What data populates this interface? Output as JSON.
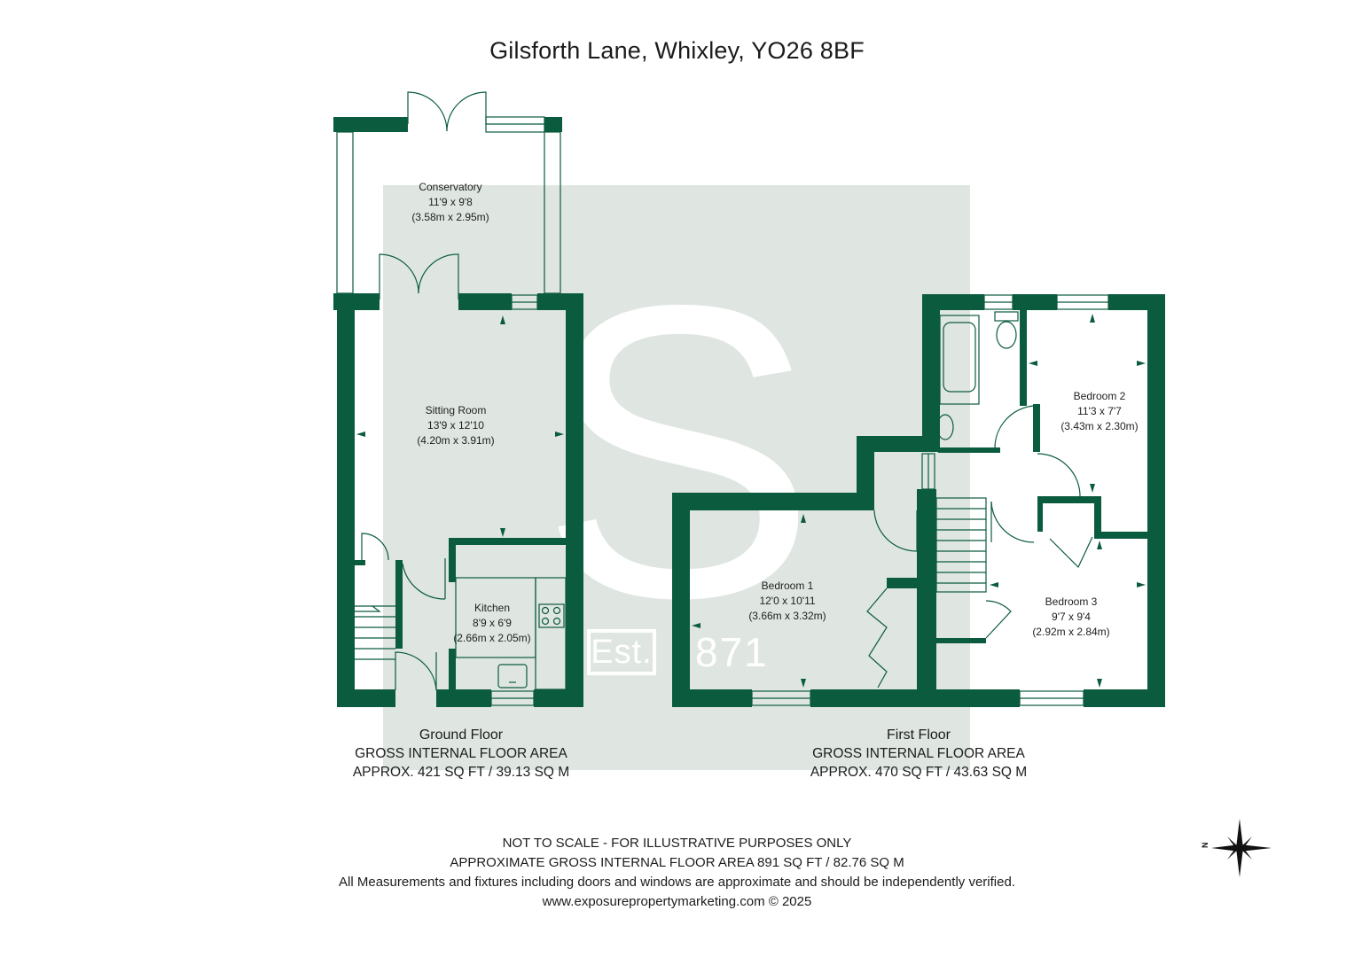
{
  "title": "Gilsforth Lane, Whixley, YO26 8BF",
  "colors": {
    "wall": "#0b5b3e",
    "watermark": "#dfe6e1",
    "text": "#1c1c1c"
  },
  "watermark": {
    "letter": "S",
    "est": "Est.",
    "number": "871"
  },
  "rooms": [
    {
      "name": "Conservatory",
      "imperial": "11'9 x 9'8",
      "metric": "(3.58m x 2.95m)"
    },
    {
      "name": "Sitting Room",
      "imperial": "13'9 x 12'10",
      "metric": "(4.20m x 3.91m)"
    },
    {
      "name": "Kitchen",
      "imperial": "8'9 x 6'9",
      "metric": "(2.66m x 2.05m)"
    },
    {
      "name": "Bedroom 1",
      "imperial": "12'0 x 10'11",
      "metric": "(3.66m x 3.32m)"
    },
    {
      "name": "Bedroom 2",
      "imperial": "11'3 x 7'7",
      "metric": "(3.43m x 2.30m)"
    },
    {
      "name": "Bedroom 3",
      "imperial": "9'7 x 9'4",
      "metric": "(2.92m x 2.84m)"
    }
  ],
  "floors": [
    {
      "name": "Ground Floor",
      "area_label": "GROSS INTERNAL FLOOR AREA",
      "area_value": "APPROX. 421 SQ FT / 39.13 SQ M"
    },
    {
      "name": "First Floor",
      "area_label": "GROSS INTERNAL FLOOR AREA",
      "area_value": "APPROX. 470 SQ FT / 43.63 SQ M"
    }
  ],
  "footer": {
    "line1": "NOT TO SCALE - FOR ILLUSTRATIVE PURPOSES ONLY",
    "line2": "APPROXIMATE GROSS INTERNAL FLOOR AREA 891 SQ FT / 82.76 SQ M",
    "line3": "All Measurements and fixtures including doors and windows are approximate and should be independently verified.",
    "line4": "www.exposurepropertymarketing.com © 2025"
  },
  "compass": {
    "label": "N",
    "icon": "compass-rose-icon"
  }
}
